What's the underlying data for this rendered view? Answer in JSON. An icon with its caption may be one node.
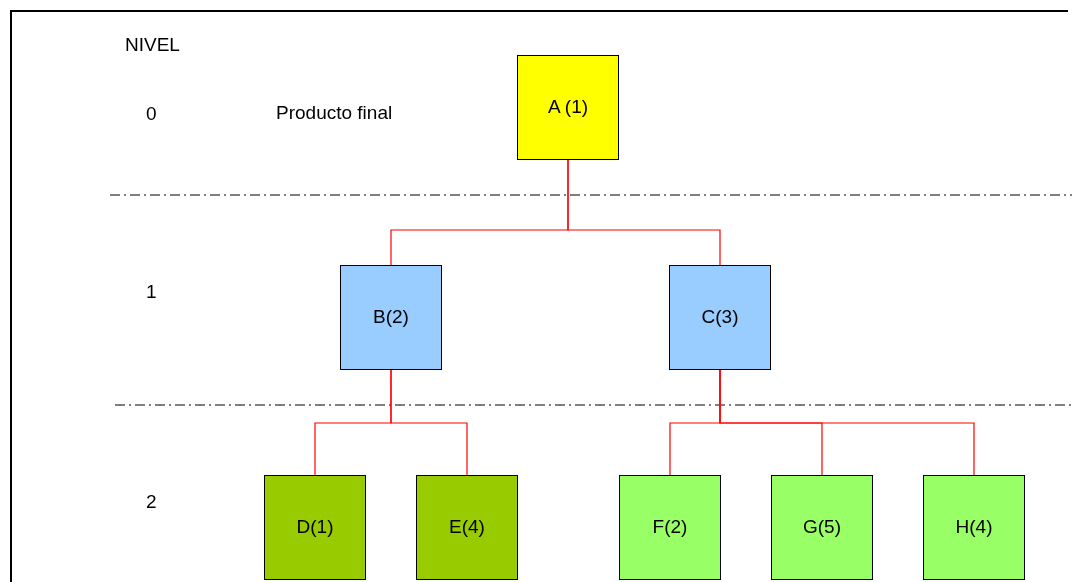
{
  "diagram": {
    "nodes": [
      {
        "text": [
          "A (1)"
        ]
      },
      {
        "text": [
          "B(2)"
        ]
      },
      {
        "text": [
          "C(3)"
        ]
      },
      {
        "text": [
          "D(1)"
        ]
      },
      {
        "text": [
          "E(4)"
        ]
      },
      {
        "text": [
          "F(2)"
        ]
      },
      {
        "text": [
          "G(5)"
        ]
      },
      {
        "text": [
          "H(4)"
        ]
      }
    ],
    "edges": [
      {
        "from": 0,
        "to": 1,
        "arrow": "none"
      },
      {
        "from": 0,
        "to": 2,
        "arrow": "none"
      },
      {
        "from": 1,
        "to": 3,
        "arrow": "none"
      },
      {
        "from": 1,
        "to": 4,
        "arrow": "none"
      },
      {
        "from": 2,
        "to": 5,
        "arrow": "none"
      },
      {
        "from": 2,
        "to": 6,
        "arrow": "none"
      },
      {
        "from": 2,
        "to": 7,
        "arrow": "none"
      }
    ],
    "labels": [
      "NIVEL",
      "0",
      "Producto final",
      "1",
      "2"
    ]
  }
}
